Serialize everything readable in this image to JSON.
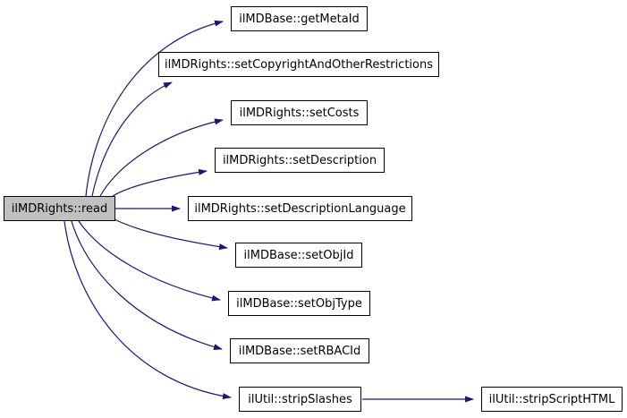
{
  "diagram_type": "call-graph",
  "colors": {
    "edge": "#191970",
    "node_border": "#000000",
    "root_fill": "#c0c0c0",
    "node_fill": "#ffffff",
    "background": "#ffffff"
  },
  "nodes": [
    {
      "id": "read",
      "label": "ilMDRights::read",
      "role": "root"
    },
    {
      "id": "getMetaId",
      "label": "ilMDBase::getMetaId",
      "role": "callee"
    },
    {
      "id": "setCopyrightAndOtherRestrictions",
      "label": "ilMDRights::setCopyrightAndOtherRestrictions",
      "role": "callee"
    },
    {
      "id": "setCosts",
      "label": "ilMDRights::setCosts",
      "role": "callee"
    },
    {
      "id": "setDescription",
      "label": "ilMDRights::setDescription",
      "role": "callee"
    },
    {
      "id": "setDescriptionLanguage",
      "label": "ilMDRights::setDescriptionLanguage",
      "role": "callee"
    },
    {
      "id": "setObjId",
      "label": "ilMDBase::setObjId",
      "role": "callee"
    },
    {
      "id": "setObjType",
      "label": "ilMDBase::setObjType",
      "role": "callee"
    },
    {
      "id": "setRBACId",
      "label": "ilMDBase::setRBACId",
      "role": "callee"
    },
    {
      "id": "stripSlashes",
      "label": "ilUtil::stripSlashes",
      "role": "callee"
    },
    {
      "id": "stripScriptHTML",
      "label": "ilUtil::stripScriptHTML",
      "role": "callee"
    }
  ],
  "edges": [
    {
      "from": "ilMDRights::read",
      "to": "ilMDBase::getMetaId"
    },
    {
      "from": "ilMDRights::read",
      "to": "ilMDRights::setCopyrightAndOtherRestrictions"
    },
    {
      "from": "ilMDRights::read",
      "to": "ilMDRights::setCosts"
    },
    {
      "from": "ilMDRights::read",
      "to": "ilMDRights::setDescription"
    },
    {
      "from": "ilMDRights::read",
      "to": "ilMDRights::setDescriptionLanguage"
    },
    {
      "from": "ilMDRights::read",
      "to": "ilMDBase::setObjId"
    },
    {
      "from": "ilMDRights::read",
      "to": "ilMDBase::setObjType"
    },
    {
      "from": "ilMDRights::read",
      "to": "ilMDBase::setRBACId"
    },
    {
      "from": "ilMDRights::read",
      "to": "ilUtil::stripSlashes"
    },
    {
      "from": "ilUtil::stripSlashes",
      "to": "ilUtil::stripScriptHTML"
    }
  ]
}
